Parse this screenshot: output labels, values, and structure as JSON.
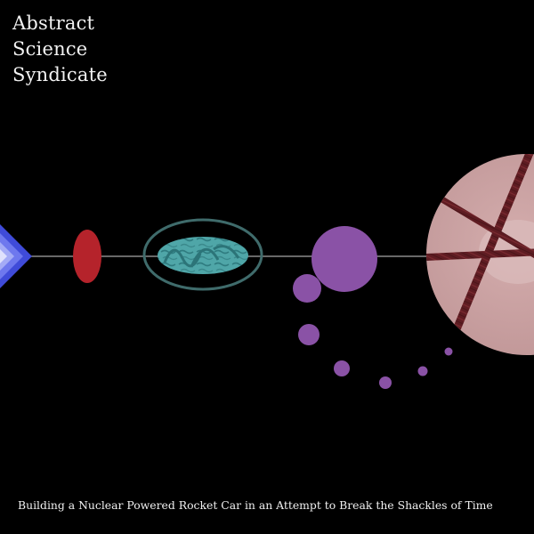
{
  "band": {
    "name_lines": [
      "Abstract",
      "Science",
      "Syndicate"
    ]
  },
  "album": {
    "title": "Building a Nuclear Powered Rocket Car in an Attempt to Break the Shackles of Time"
  },
  "colors": {
    "background": "#000000",
    "text": "#f2f2f2",
    "orbit_line": "#8a8a8a",
    "sun_blue": "#4a55e8",
    "mars_red": "#b5232b",
    "earth_teal": "#4fa6a8",
    "earth_ring": "#3f6b6b",
    "purple": "#8a52a6",
    "gas_giant": "#c9a1a2",
    "stripe": "#5e1c22"
  }
}
